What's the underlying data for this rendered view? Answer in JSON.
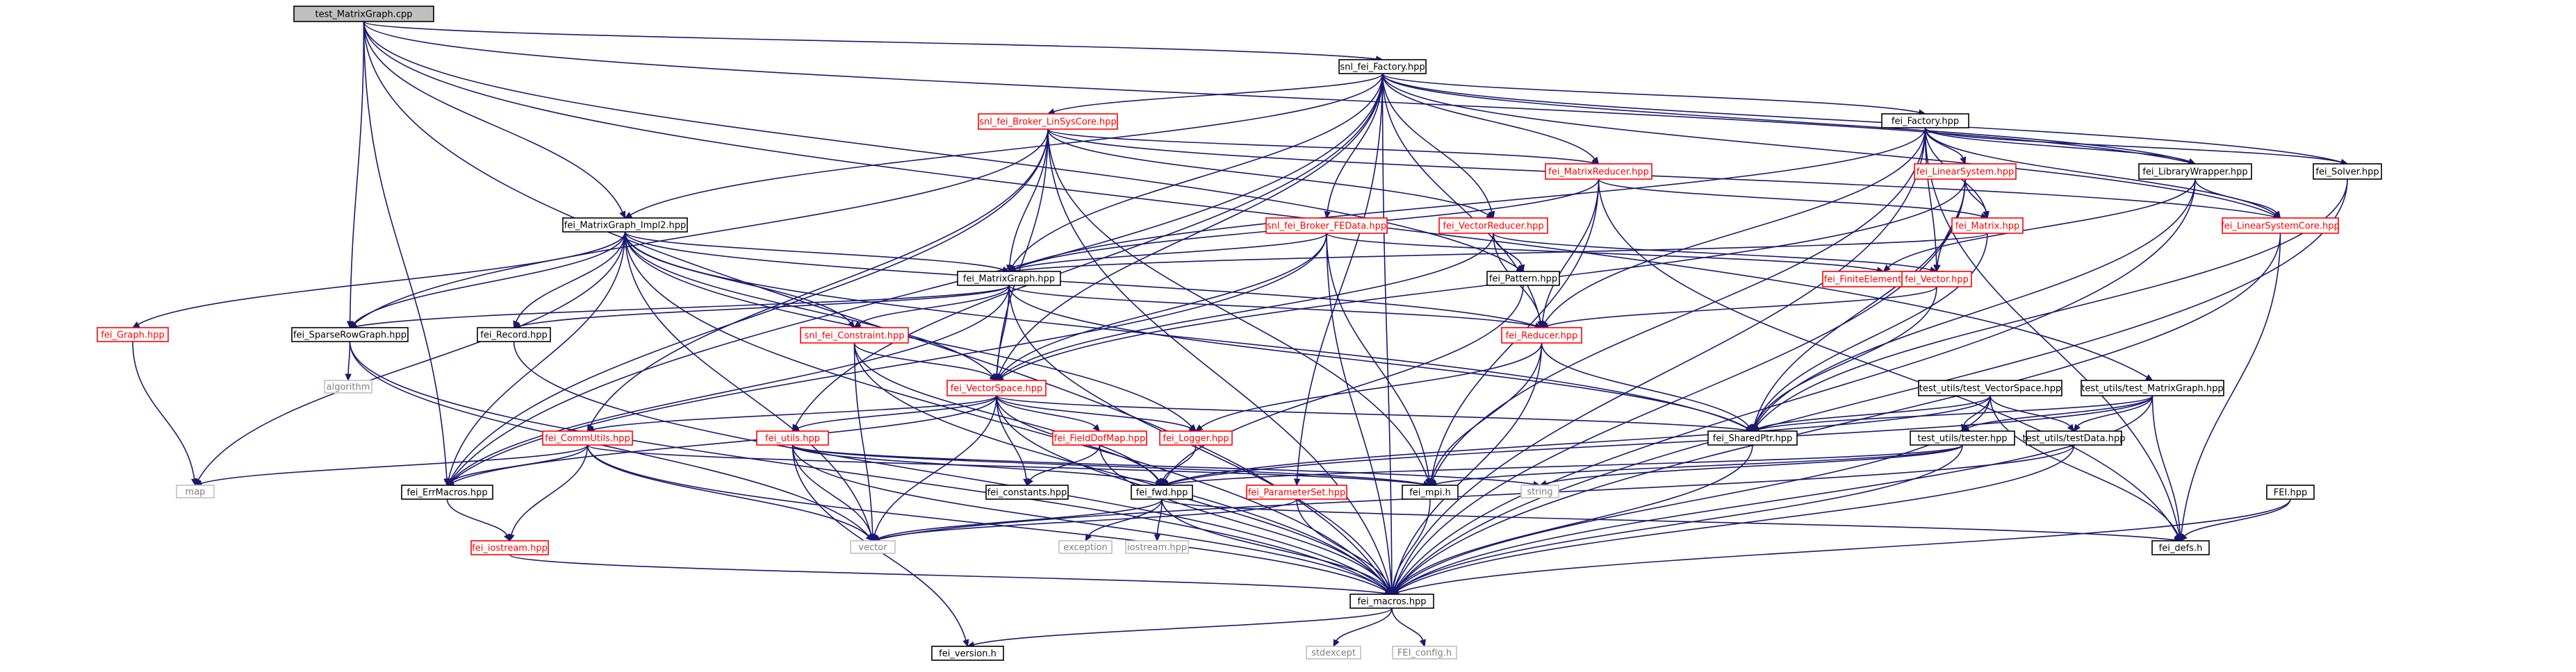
{
  "colors": {
    "edge": "#191970",
    "border_normal": "#000000",
    "border_linked": "#ff0000",
    "border_leaf": "#bfbfbf",
    "root_fill": "#bfbfbf",
    "text_normal": "#000000",
    "text_linked": "#ff0000",
    "text_leaf": "#7f7f7f"
  },
  "nodes": [
    {
      "id": "root",
      "label": "test_MatrixGraph.cpp",
      "kind": "root"
    },
    {
      "id": "factory",
      "label": "snl_fei_Factory.hpp",
      "kind": "normal"
    },
    {
      "id": "broker_lin",
      "label": "snl_fei_Broker_LinSysCore.hpp",
      "kind": "linked"
    },
    {
      "id": "fei_factory",
      "label": "fei_Factory.hpp",
      "kind": "normal"
    },
    {
      "id": "matrixreducer",
      "label": "fei_MatrixReducer.hpp",
      "kind": "linked"
    },
    {
      "id": "linearsystem",
      "label": "fei_LinearSystem.hpp",
      "kind": "linked"
    },
    {
      "id": "librarywrapper",
      "label": "fei_LibraryWrapper.hpp",
      "kind": "normal"
    },
    {
      "id": "solver",
      "label": "fei_Solver.hpp",
      "kind": "normal"
    },
    {
      "id": "mgimpl2",
      "label": "fei_MatrixGraph_Impl2.hpp",
      "kind": "normal"
    },
    {
      "id": "broker_fedata",
      "label": "snl_fei_Broker_FEData.hpp",
      "kind": "linked"
    },
    {
      "id": "vectorreducer",
      "label": "fei_VectorReducer.hpp",
      "kind": "linked"
    },
    {
      "id": "fei_matrix",
      "label": "fei_Matrix.hpp",
      "kind": "linked"
    },
    {
      "id": "linsyscore",
      "label": "fei_LinearSystemCore.hpp",
      "kind": "linked"
    },
    {
      "id": "matrixgraph",
      "label": "fei_MatrixGraph.hpp",
      "kind": "normal"
    },
    {
      "id": "pattern",
      "label": "fei_Pattern.hpp",
      "kind": "normal"
    },
    {
      "id": "fedata",
      "label": "fei_FiniteElementData.hpp",
      "kind": "linked"
    },
    {
      "id": "fei_vector",
      "label": "fei_Vector.hpp",
      "kind": "linked"
    },
    {
      "id": "graph",
      "label": "fei_Graph.hpp",
      "kind": "linked"
    },
    {
      "id": "sparserowgraph",
      "label": "fei_SparseRowGraph.hpp",
      "kind": "normal"
    },
    {
      "id": "record",
      "label": "fei_Record.hpp",
      "kind": "normal"
    },
    {
      "id": "constraint",
      "label": "snl_fei_Constraint.hpp",
      "kind": "linked"
    },
    {
      "id": "reducer",
      "label": "fei_Reducer.hpp",
      "kind": "linked"
    },
    {
      "id": "algorithm",
      "label": "algorithm",
      "kind": "leaf"
    },
    {
      "id": "vectorspace",
      "label": "fei_VectorSpace.hpp",
      "kind": "linked"
    },
    {
      "id": "tu_vectorspace",
      "label": "test_utils/test_VectorSpace.hpp",
      "kind": "normal"
    },
    {
      "id": "tu_matrixgraph",
      "label": "test_utils/test_MatrixGraph.hpp",
      "kind": "normal"
    },
    {
      "id": "commutils",
      "label": "fei_CommUtils.hpp",
      "kind": "linked"
    },
    {
      "id": "fei_utils",
      "label": "fei_utils.hpp",
      "kind": "linked"
    },
    {
      "id": "fielddofmap",
      "label": "fei_FieldDofMap.hpp",
      "kind": "linked"
    },
    {
      "id": "logger",
      "label": "fei_Logger.hpp",
      "kind": "linked"
    },
    {
      "id": "sharedptr",
      "label": "fei_SharedPtr.hpp",
      "kind": "normal"
    },
    {
      "id": "tester",
      "label": "test_utils/tester.hpp",
      "kind": "normal"
    },
    {
      "id": "testdata",
      "label": "test_utils/testData.hpp",
      "kind": "normal"
    },
    {
      "id": "map",
      "label": "map",
      "kind": "leaf"
    },
    {
      "id": "errmacros",
      "label": "fei_ErrMacros.hpp",
      "kind": "normal"
    },
    {
      "id": "constants",
      "label": "fei_constants.hpp",
      "kind": "normal"
    },
    {
      "id": "fei_fwd",
      "label": "fei_fwd.hpp",
      "kind": "normal"
    },
    {
      "id": "fei_mpi",
      "label": "fei_mpi.h",
      "kind": "normal"
    },
    {
      "id": "string",
      "label": "string",
      "kind": "leaf"
    },
    {
      "id": "paramset",
      "label": "fei_ParameterSet.hpp",
      "kind": "linked"
    },
    {
      "id": "fei_h",
      "label": "FEI.hpp",
      "kind": "normal"
    },
    {
      "id": "iostream_hpp",
      "label": "fei_iostream.hpp",
      "kind": "linked"
    },
    {
      "id": "vector",
      "label": "vector",
      "kind": "leaf"
    },
    {
      "id": "exception",
      "label": "exception",
      "kind": "leaf"
    },
    {
      "id": "iostream",
      "label": "iostream.hpp",
      "kind": "leaf"
    },
    {
      "id": "defs",
      "label": "fei_defs.h",
      "kind": "normal"
    },
    {
      "id": "macros",
      "label": "fei_macros.hpp",
      "kind": "normal"
    },
    {
      "id": "version",
      "label": "fei_version.h",
      "kind": "normal"
    },
    {
      "id": "stdexcept",
      "label": "stdexcept",
      "kind": "leaf"
    },
    {
      "id": "feiconfig",
      "label": "FEI_config.h",
      "kind": "leaf"
    }
  ],
  "edges": [
    [
      "root",
      "factory"
    ],
    [
      "root",
      "librarywrapper"
    ],
    [
      "root",
      "mgimpl2"
    ],
    [
      "root",
      "sparserowgraph"
    ],
    [
      "root",
      "errmacros"
    ],
    [
      "root",
      "tu_matrixgraph"
    ],
    [
      "root",
      "macros"
    ],
    [
      "root",
      "pattern"
    ],
    [
      "factory",
      "broker_lin"
    ],
    [
      "factory",
      "fei_factory"
    ],
    [
      "factory",
      "solver"
    ],
    [
      "factory",
      "mgimpl2"
    ],
    [
      "factory",
      "matrixreducer"
    ],
    [
      "factory",
      "vectorreducer"
    ],
    [
      "factory",
      "broker_fedata"
    ],
    [
      "factory",
      "linsyscore"
    ],
    [
      "factory",
      "matrixgraph"
    ],
    [
      "factory",
      "vectorspace"
    ],
    [
      "factory",
      "reducer"
    ],
    [
      "factory",
      "paramset"
    ],
    [
      "factory",
      "fei_utils"
    ],
    [
      "factory",
      "errmacros"
    ],
    [
      "factory",
      "macros"
    ],
    [
      "factory",
      "librarywrapper"
    ],
    [
      "broker_lin",
      "matrixreducer"
    ],
    [
      "broker_lin",
      "vectorreducer"
    ],
    [
      "broker_lin",
      "matrixgraph"
    ],
    [
      "broker_lin",
      "sparserowgraph"
    ],
    [
      "broker_lin",
      "vectorspace"
    ],
    [
      "broker_lin",
      "commutils"
    ],
    [
      "broker_lin",
      "errmacros"
    ],
    [
      "broker_lin",
      "fei_mpi"
    ],
    [
      "broker_lin",
      "macros"
    ],
    [
      "broker_lin",
      "linsyscore"
    ],
    [
      "fei_factory",
      "librarywrapper"
    ],
    [
      "fei_factory",
      "linearsystem"
    ],
    [
      "fei_factory",
      "fei_matrix"
    ],
    [
      "fei_factory",
      "fei_vector"
    ],
    [
      "fei_factory",
      "matrixgraph"
    ],
    [
      "fei_factory",
      "reducer"
    ],
    [
      "fei_factory",
      "solver"
    ],
    [
      "fei_factory",
      "defs"
    ],
    [
      "fei_factory",
      "fei_mpi"
    ],
    [
      "fei_factory",
      "macros"
    ],
    [
      "fei_factory",
      "linsyscore"
    ],
    [
      "matrixreducer",
      "fei_matrix"
    ],
    [
      "matrixreducer",
      "reducer"
    ],
    [
      "matrixreducer",
      "matrixgraph"
    ],
    [
      "matrixreducer",
      "fei_mpi"
    ],
    [
      "matrixreducer",
      "defs"
    ],
    [
      "linearsystem",
      "fei_matrix"
    ],
    [
      "linearsystem",
      "fei_vector"
    ],
    [
      "linearsystem",
      "sharedptr"
    ],
    [
      "linearsystem",
      "macros"
    ],
    [
      "linearsystem",
      "vectorspace"
    ],
    [
      "librarywrapper",
      "linsyscore"
    ],
    [
      "librarywrapper",
      "fedata"
    ],
    [
      "librarywrapper",
      "sharedptr"
    ],
    [
      "librarywrapper",
      "macros"
    ],
    [
      "solver",
      "sharedptr"
    ],
    [
      "solver",
      "macros"
    ],
    [
      "mgimpl2",
      "matrixgraph"
    ],
    [
      "mgimpl2",
      "graph"
    ],
    [
      "mgimpl2",
      "sparserowgraph"
    ],
    [
      "mgimpl2",
      "record"
    ],
    [
      "mgimpl2",
      "constraint"
    ],
    [
      "mgimpl2",
      "reducer"
    ],
    [
      "mgimpl2",
      "vectorspace"
    ],
    [
      "mgimpl2",
      "logger"
    ],
    [
      "mgimpl2",
      "map"
    ],
    [
      "mgimpl2",
      "vector"
    ],
    [
      "mgimpl2",
      "macros"
    ],
    [
      "mgimpl2",
      "sharedptr"
    ],
    [
      "mgimpl2",
      "errmacros"
    ],
    [
      "broker_fedata",
      "matrixgraph"
    ],
    [
      "broker_fedata",
      "vectorspace"
    ],
    [
      "broker_fedata",
      "fedata"
    ],
    [
      "broker_fedata",
      "fei_mpi"
    ],
    [
      "broker_fedata",
      "macros"
    ],
    [
      "broker_fedata",
      "errmacros"
    ],
    [
      "vectorreducer",
      "fei_vector"
    ],
    [
      "vectorreducer",
      "reducer"
    ],
    [
      "vectorreducer",
      "vectorspace"
    ],
    [
      "vectorreducer",
      "pattern"
    ],
    [
      "fei_matrix",
      "matrixgraph"
    ],
    [
      "fei_matrix",
      "sharedptr"
    ],
    [
      "linsyscore",
      "defs"
    ],
    [
      "linsyscore",
      "macros"
    ],
    [
      "matrixgraph",
      "sparserowgraph"
    ],
    [
      "matrixgraph",
      "record"
    ],
    [
      "matrixgraph",
      "constraint"
    ],
    [
      "matrixgraph",
      "vectorspace"
    ],
    [
      "matrixgraph",
      "reducer"
    ],
    [
      "matrixgraph",
      "errmacros"
    ],
    [
      "matrixgraph",
      "sharedptr"
    ],
    [
      "matrixgraph",
      "macros"
    ],
    [
      "pattern",
      "fei_fwd"
    ],
    [
      "fei_vector",
      "reducer"
    ],
    [
      "fei_vector",
      "sharedptr"
    ],
    [
      "graph",
      "map"
    ],
    [
      "sparserowgraph",
      "algorithm"
    ],
    [
      "sparserowgraph",
      "vector"
    ],
    [
      "sparserowgraph",
      "macros"
    ],
    [
      "record",
      "macros"
    ],
    [
      "constraint",
      "vectorspace"
    ],
    [
      "constraint",
      "vector"
    ],
    [
      "constraint",
      "fei_fwd"
    ],
    [
      "constraint",
      "macros"
    ],
    [
      "reducer",
      "logger"
    ],
    [
      "reducer",
      "sharedptr"
    ],
    [
      "reducer",
      "fei_mpi"
    ],
    [
      "reducer",
      "macros"
    ],
    [
      "vectorspace",
      "commutils"
    ],
    [
      "vectorspace",
      "fei_utils"
    ],
    [
      "vectorspace",
      "fielddofmap"
    ],
    [
      "vectorspace",
      "logger"
    ],
    [
      "vectorspace",
      "constants"
    ],
    [
      "vectorspace",
      "fei_fwd"
    ],
    [
      "vectorspace",
      "sharedptr"
    ],
    [
      "vectorspace",
      "errmacros"
    ],
    [
      "vectorspace",
      "vector"
    ],
    [
      "vectorspace",
      "macros"
    ],
    [
      "tu_vectorspace",
      "tester"
    ],
    [
      "tu_vectorspace",
      "testdata"
    ],
    [
      "tu_vectorspace",
      "sharedptr"
    ],
    [
      "tu_vectorspace",
      "defs"
    ],
    [
      "tu_vectorspace",
      "fei_fwd"
    ],
    [
      "tu_vectorspace",
      "macros"
    ],
    [
      "tu_matrixgraph",
      "tester"
    ],
    [
      "tu_matrixgraph",
      "testdata"
    ],
    [
      "tu_matrixgraph",
      "sharedptr"
    ],
    [
      "tu_matrixgraph",
      "defs"
    ],
    [
      "tu_matrixgraph",
      "fei_fwd"
    ],
    [
      "tu_matrixgraph",
      "macros"
    ],
    [
      "commutils",
      "errmacros"
    ],
    [
      "commutils",
      "iostream_hpp"
    ],
    [
      "commutils",
      "map"
    ],
    [
      "commutils",
      "vector"
    ],
    [
      "commutils",
      "fei_mpi"
    ],
    [
      "commutils",
      "macros"
    ],
    [
      "fei_utils",
      "fei_fwd"
    ],
    [
      "fei_utils",
      "fei_mpi"
    ],
    [
      "fei_utils",
      "vector"
    ],
    [
      "fei_utils",
      "version"
    ],
    [
      "fei_utils",
      "string"
    ],
    [
      "fei_utils",
      "macros"
    ],
    [
      "fielddofmap",
      "constants"
    ],
    [
      "fielddofmap",
      "macros"
    ],
    [
      "logger",
      "fei_fwd"
    ],
    [
      "sharedptr",
      "macros"
    ],
    [
      "tester",
      "fei_mpi"
    ],
    [
      "tester",
      "string"
    ],
    [
      "tester",
      "macros"
    ],
    [
      "tester",
      "fei_fwd"
    ],
    [
      "testdata",
      "vector"
    ],
    [
      "testdata",
      "macros"
    ],
    [
      "errmacros",
      "iostream_hpp"
    ],
    [
      "iostream_hpp",
      "macros"
    ],
    [
      "fei_fwd",
      "vector"
    ],
    [
      "fei_fwd",
      "exception"
    ],
    [
      "fei_fwd",
      "iostream"
    ],
    [
      "fei_fwd",
      "macros"
    ],
    [
      "fei_fwd",
      "defs"
    ],
    [
      "fei_mpi",
      "macros"
    ],
    [
      "paramset",
      "vector"
    ],
    [
      "paramset",
      "macros"
    ],
    [
      "fei_h",
      "defs"
    ],
    [
      "fei_h",
      "macros"
    ],
    [
      "macros",
      "version"
    ],
    [
      "macros",
      "stdexcept"
    ],
    [
      "macros",
      "feiconfig"
    ]
  ]
}
